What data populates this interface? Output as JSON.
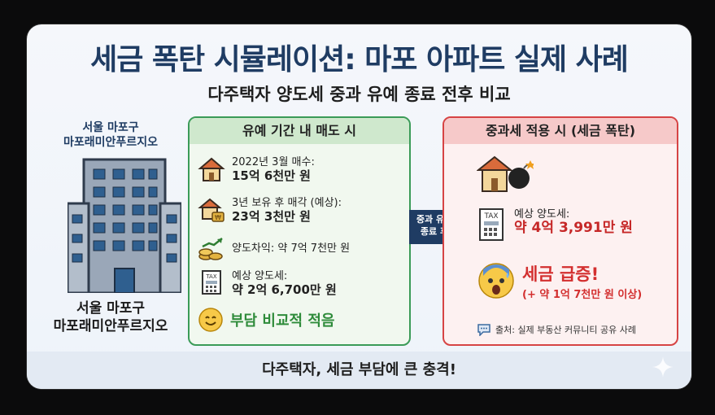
{
  "title": "세금 폭탄 시뮬레이션: 마포 아파트 실제 사례",
  "subtitle": "다주택자 양도세 중과 유예 종료 전후 비교",
  "left": {
    "top_label": "서울 마포구\n마포래미안푸르지오",
    "bottom_label": "서울 마포구\n마포래미안푸르지오"
  },
  "green_panel": {
    "header": "유예 기간 내 매도 시",
    "rows": [
      {
        "line1": "2022년 3월 매수:",
        "line2": "15억 6천만 원"
      },
      {
        "line1": "3년 보유 후 매각 (예상):",
        "line2": "23억 3천만 원"
      },
      {
        "line1": "양도차익: 약 7억 7천만 원",
        "line2": ""
      },
      {
        "line1": "예상 양도세:",
        "line2": "약 2억 6,700만 원"
      }
    ],
    "note": "부담 비교적 적음"
  },
  "arrow_label": "중과 유예\n종료 후",
  "red_panel": {
    "header": "중과세 적용 시 (세금 폭탄)",
    "tax_label": "예상 양도세:",
    "tax_amount": "약 4억 3,991만 원",
    "surge": "세금 급증!",
    "surge_detail": "(+ 약 1억 7천만 원 이상)",
    "source": "출처: 실제 부동산 커뮤니티 공유 사례"
  },
  "footer": "다주택자, 세금 부담에 큰 충격!"
}
